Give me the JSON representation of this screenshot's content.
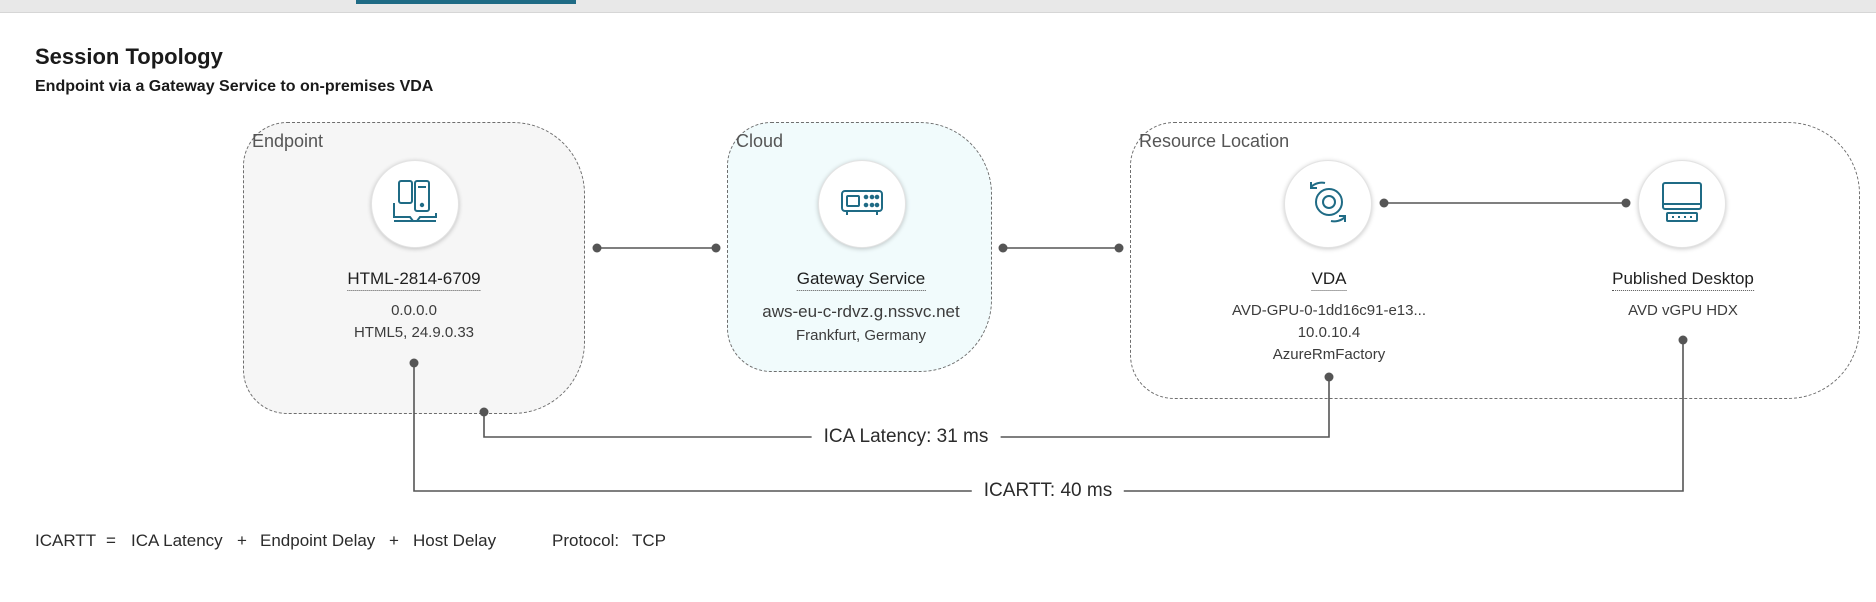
{
  "header": {
    "title": "Session Topology",
    "subtitle": "Endpoint via a Gateway Service to on-premises VDA"
  },
  "groups": {
    "endpoint": "Endpoint",
    "cloud": "Cloud",
    "resource": "Resource Location"
  },
  "nodes": {
    "endpoint": {
      "name": "HTML-2814-6709",
      "line1": "0.0.0.0",
      "line2": "HTML5, 24.9.0.33",
      "icon": "endpoint-devices-icon"
    },
    "gateway": {
      "name": "Gateway Service",
      "line1": "aws-eu-c-rdvz.g.nssvc.net",
      "line2": "Frankfurt, Germany",
      "icon": "gateway-appliance-icon"
    },
    "vda": {
      "name": "VDA",
      "line1": "AVD-GPU-0-1dd16c91-e13...",
      "line2": "10.0.10.4",
      "line3": "AzureRmFactory",
      "icon": "vda-disk-sync-icon"
    },
    "desktop": {
      "name": "Published Desktop",
      "line1": "AVD vGPU HDX",
      "icon": "desktop-monitor-icon"
    }
  },
  "latency": {
    "ica": "ICA Latency: 31 ms",
    "icartt": "ICARTT: 40 ms"
  },
  "formula": {
    "icartt": "ICARTT",
    "equals": "=",
    "ica_latency": "ICA Latency",
    "plus1": "+",
    "endpoint_delay": "Endpoint Delay",
    "plus2": "+",
    "host_delay": "Host Delay",
    "protocol_label": "Protocol:",
    "protocol_value": "TCP"
  },
  "colors": {
    "icon": "#1f6b85",
    "line": "#555555",
    "cloud_bg": "#f1fbfc",
    "endpoint_bg": "#f6f6f6"
  }
}
